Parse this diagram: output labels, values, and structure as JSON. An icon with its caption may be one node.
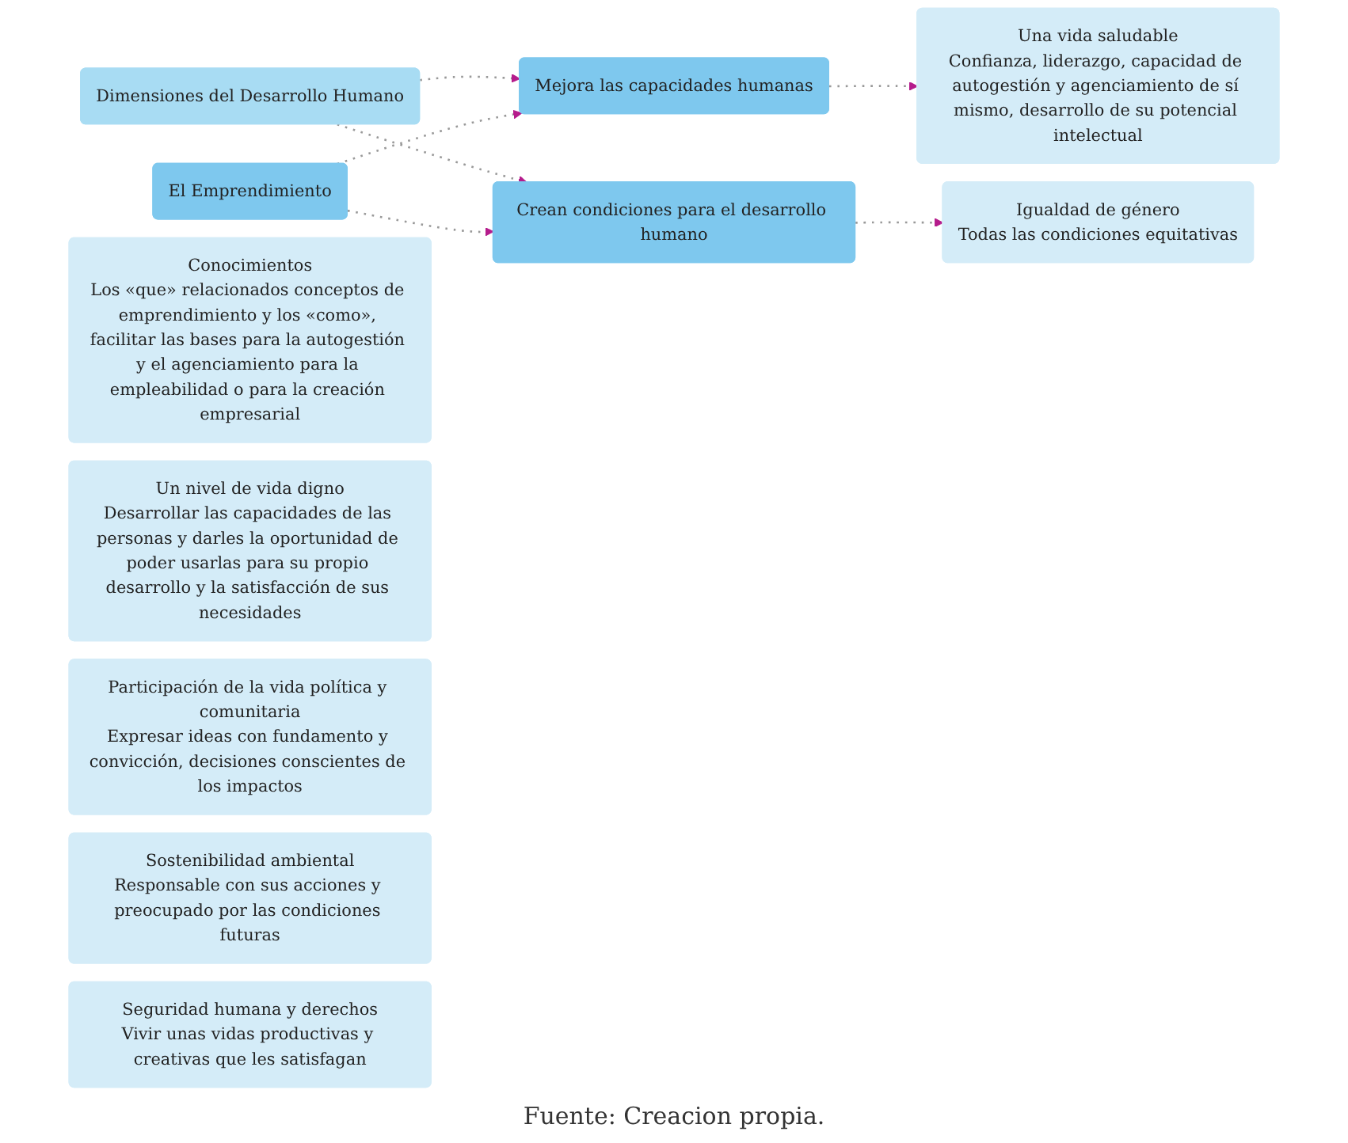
{
  "diagram": {
    "caption": "Fuente: Creacion propia.",
    "nodes": [
      {
        "text": [
          "Dimensiones del Desarrollo Humano"
        ]
      },
      {
        "text": [
          "Mejora las capacidades humanas"
        ]
      },
      {
        "text": [
          "El Emprendimiento"
        ]
      },
      {
        "text": [
          "Crean condiciones para el desarrollo humano"
        ]
      },
      {
        "text": [
          "Una vida saludable",
          "Confianza, liderazgo, capacidad de autogestión y agenciamiento de sí mismo, desarrollo de su potencial intelectual"
        ]
      },
      {
        "text": [
          "Conocimientos",
          "Los «que» relacionados conceptos de emprendimiento y los «como», facilitar las bases para la autogestión y el agenciamiento para la empleabilidad o para la creación empresarial"
        ]
      },
      {
        "text": [
          "Un nivel de vida digno",
          "Desarrollar las capacidades de las personas y darles la oportunidad de poder usarlas para su propio desarrollo y la satisfacción de sus necesidades"
        ]
      },
      {
        "text": [
          "Participación de la vida política y comunitaria",
          "Expresar ideas con fundamento y convicción, decisiones conscientes de los impactos"
        ]
      },
      {
        "text": [
          "Sostenibilidad ambiental",
          "Responsable con sus acciones y preocupado por las condiciones futuras"
        ]
      },
      {
        "text": [
          "Seguridad humana y derechos",
          "Vivir unas vidas productivas y creativas que les satisfagan"
        ]
      },
      {
        "text": [
          "Igualdad de género",
          "Todas las condiciones equitativas"
        ]
      }
    ],
    "edges": [
      {
        "from": 0,
        "to": 1,
        "arrow": "to",
        "style": "dashed"
      },
      {
        "from": 0,
        "to": 3,
        "arrow": "to",
        "style": "dashed"
      },
      {
        "from": 2,
        "to": 1,
        "arrow": "to",
        "style": "dashed"
      },
      {
        "from": 2,
        "to": 3,
        "arrow": "to",
        "style": "dashed"
      },
      {
        "from": 1,
        "to": 4,
        "arrow": "to",
        "style": "dashed"
      },
      {
        "from": 3,
        "to": 10,
        "arrow": "to",
        "style": "dashed"
      }
    ]
  }
}
